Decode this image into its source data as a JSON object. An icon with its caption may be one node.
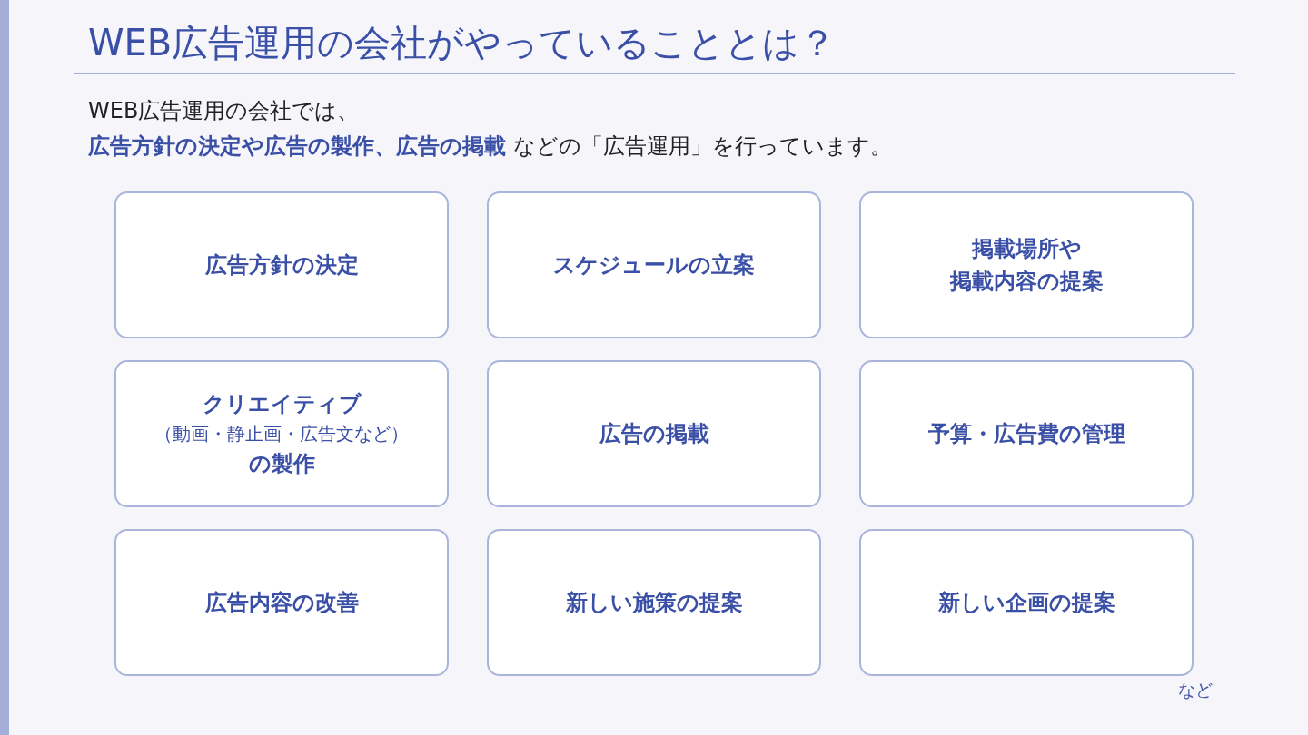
{
  "diagram": {
    "title": "WEB広告運用の会社がやっていることとは？",
    "nodes": [
      {
        "text": [
          "広告方針の決定"
        ]
      },
      {
        "text": [
          "スケジュールの立案"
        ]
      },
      {
        "text": [
          "掲載場所や掲載内容の提案"
        ]
      },
      {
        "text": [
          "クリエイティブ",
          "（動画・静止画・広告文など）",
          "の製作"
        ]
      },
      {
        "text": [
          "広告の掲載"
        ]
      },
      {
        "text": [
          "予算・広告費の管理"
        ]
      },
      {
        "text": [
          "広告内容の改善"
        ]
      },
      {
        "text": [
          "新しい施策の提案"
        ]
      },
      {
        "text": [
          "新しい企画の提案"
        ]
      }
    ],
    "labels": [
      "WEB広告運用の会社では、",
      "**広告方針の決定や広告の製作、広告の掲載** などの「広告運用」を行っています。",
      "など"
    ]
  }
}
